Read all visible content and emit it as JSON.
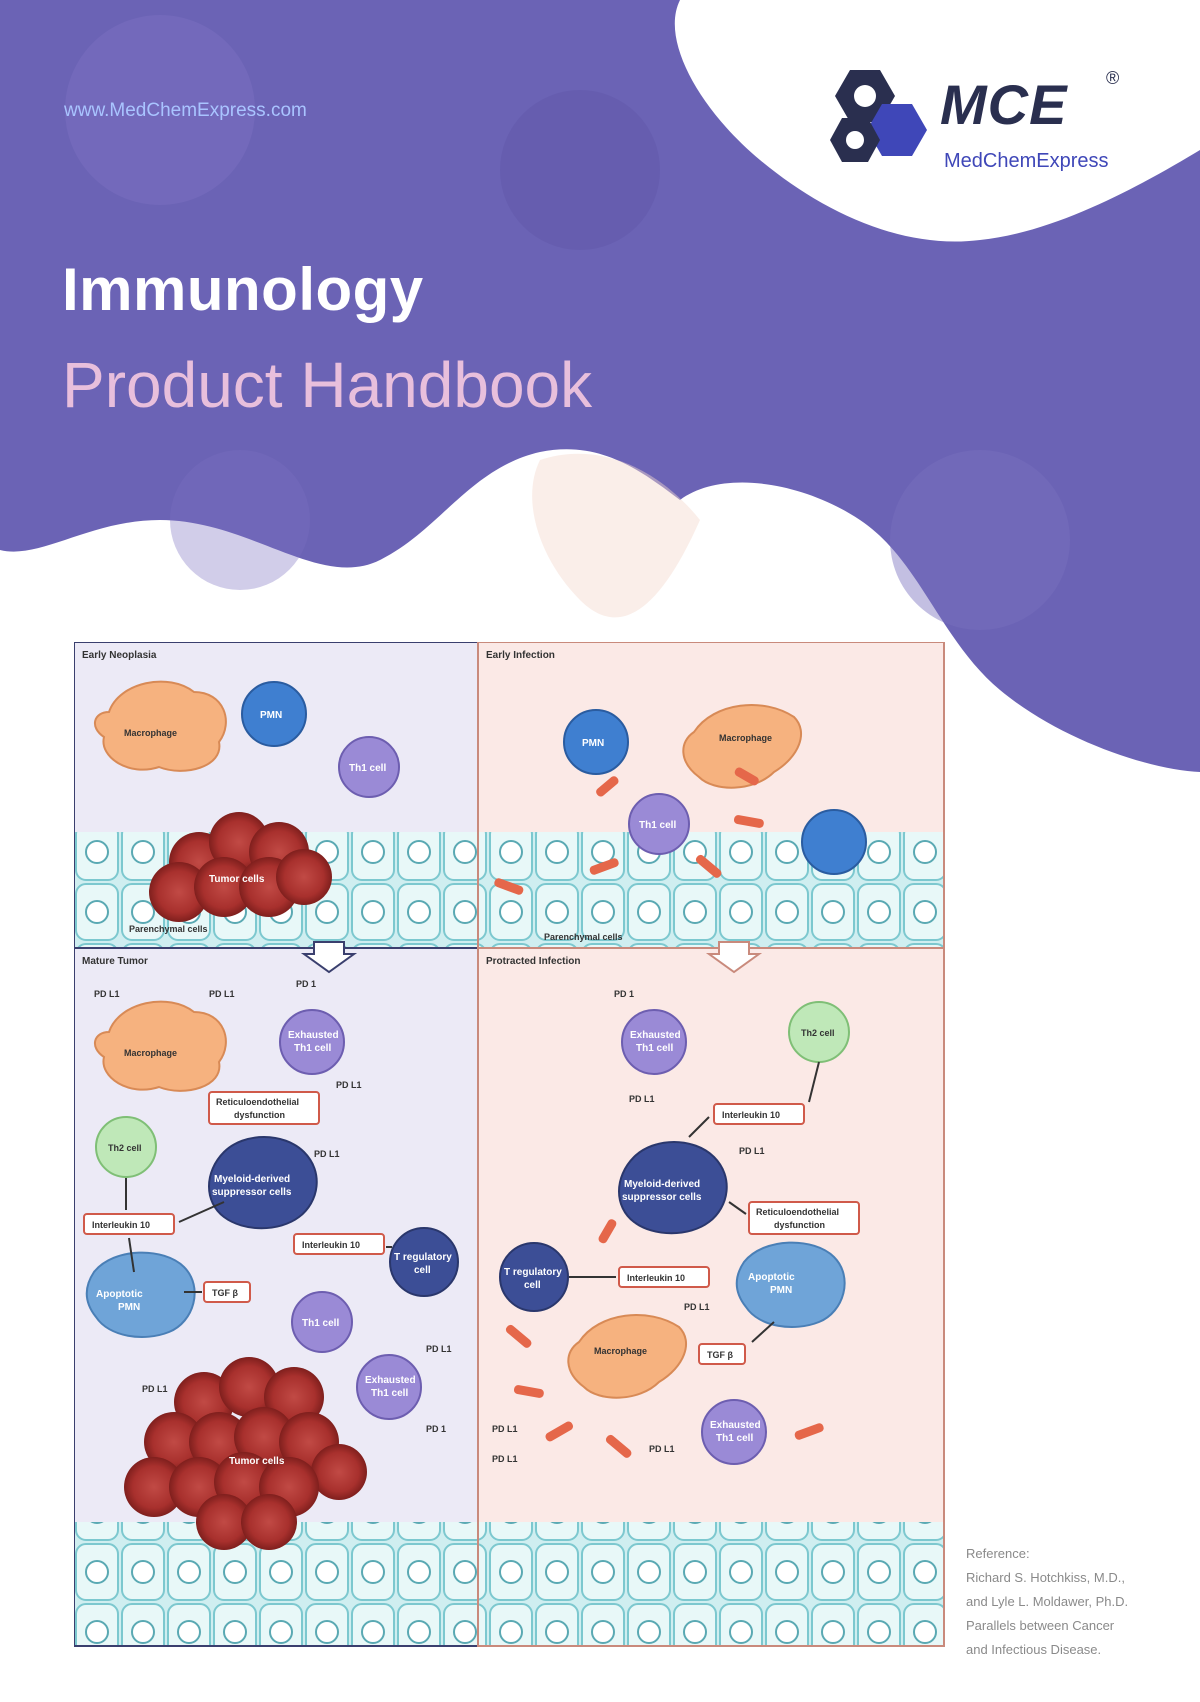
{
  "header": {
    "url": "www.MedChemExpress.com",
    "title_line1": "Immunology",
    "title_line2": "Product Handbook"
  },
  "logo": {
    "wordmark": "MCE",
    "registered": "®",
    "subtitle": "MedChemExpress"
  },
  "colors": {
    "banner": "#6b63b5",
    "title_accent": "#e8bfdc",
    "url": "#a9c4ff"
  },
  "figure": {
    "panels": [
      {
        "title": "Early Neoplasia",
        "bottom_label": "Parenchymal cells"
      },
      {
        "title": "Early Infection",
        "bottom_label": "Parenchymal cells"
      },
      {
        "title": "Mature Tumor"
      },
      {
        "title": "Protracted Infection"
      }
    ],
    "cells": {
      "macrophage": "Macrophage",
      "pmn": "PMN",
      "th1": "Th1 cell",
      "th2": "Th2 cell",
      "tumor": "Tumor cells",
      "exhausted_th1_l1": "Exhausted",
      "exhausted_th1_l2": "Th1 cell",
      "mdsc_l1": "Myeloid-derived",
      "mdsc_l2": "suppressor cells",
      "treg_l1": "T regulatory",
      "treg_l2": "cell",
      "apoptotic_l1": "Apoptotic",
      "apoptotic_l2": "PMN"
    },
    "boxes": {
      "il10": "Interleukin 10",
      "tgf": "TGF β",
      "rhe_l1": "Reticuloendothelial",
      "rhe_l2": "dysfunction"
    },
    "markers": {
      "pdl1": "PD L1",
      "pd1": "PD 1"
    }
  },
  "reference": {
    "lines": [
      "Reference:",
      "Richard S. Hotchkiss, M.D.,",
      "and Lyle L. Moldawer, Ph.D.",
      "Parallels between Cancer",
      "and Infectious Disease."
    ]
  }
}
